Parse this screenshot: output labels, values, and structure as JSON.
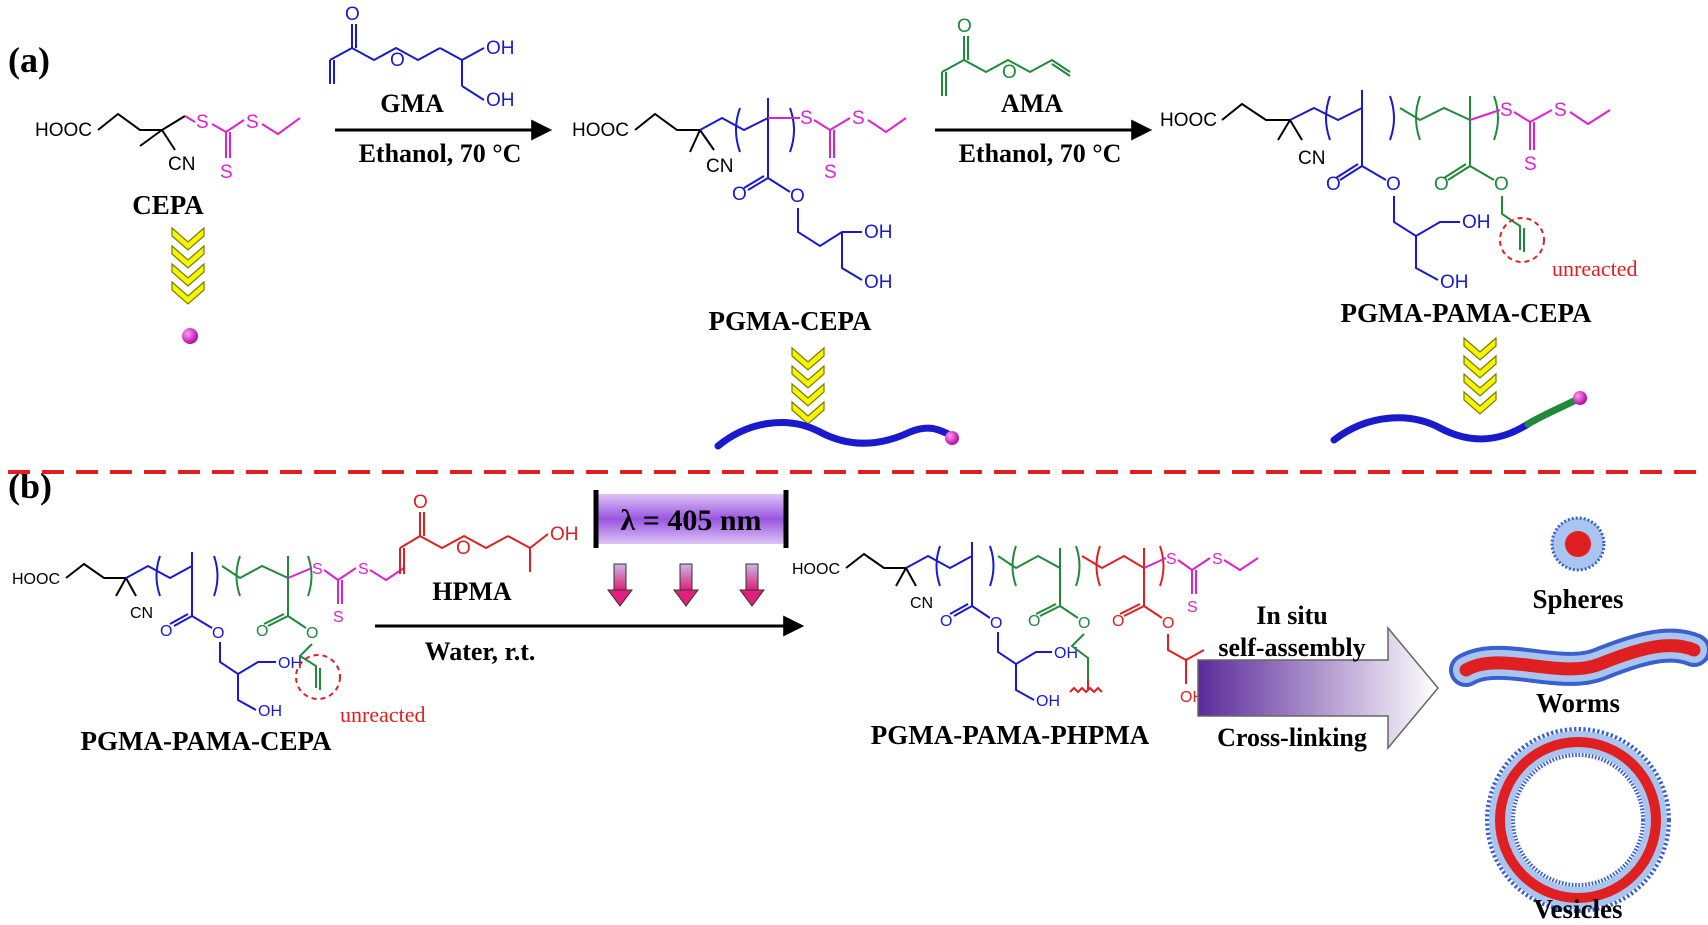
{
  "panels": {
    "a": "(a)",
    "b": "(b)"
  },
  "labels": {
    "cepa": "CEPA",
    "pgma_cepa": "PGMA-CEPA",
    "pgma_pama_cepa": "PGMA-PAMA-CEPA",
    "pgma_pama_cepa_b": "PGMA-PAMA-CEPA",
    "pgma_pama_phpma": "PGMA-PAMA-PHPMA"
  },
  "reagents": {
    "gma": "GMA",
    "ama": "AMA",
    "hpma": "HPMA"
  },
  "conditions": {
    "step1": "Ethanol, 70 °C",
    "step2": "Ethanol, 70 °C",
    "step3": "Water, r.t.",
    "light": "λ = 405 nm"
  },
  "atoms": {
    "hooc": "HOOC",
    "cn": "CN",
    "s": "S",
    "o": "O",
    "oh": "OH"
  },
  "annotations": {
    "unreacted_a": "unreacted",
    "unreacted_b": "unreacted"
  },
  "assembly": {
    "line1": "In situ",
    "line2": "self-assembly",
    "line3": "Cross-linking"
  },
  "morphologies": {
    "spheres": "Spheres",
    "worms": "Worms",
    "vesicles": "Vesicles"
  },
  "colors": {
    "gma": "#1a1acc",
    "ama": "#1f8a3a",
    "hpma": "#e02020",
    "cta": "#e020d0",
    "divider": "#e02020",
    "chevron": "#f5f500",
    "light_box": "#9a55e0"
  }
}
